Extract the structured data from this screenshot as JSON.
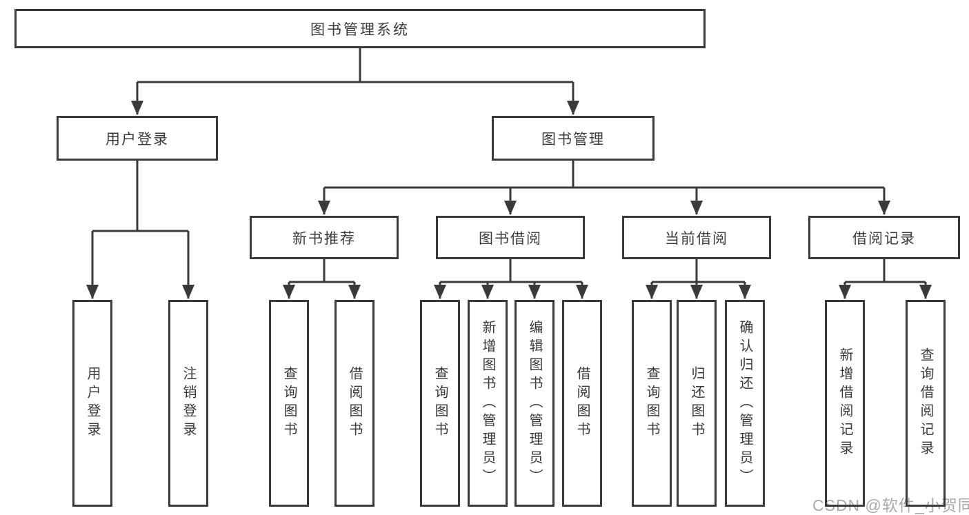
{
  "tree": {
    "label": "图书管理系统",
    "children": [
      {
        "label": "用户登录",
        "children": [
          {
            "label": "用户登录"
          },
          {
            "label": "注销登录"
          }
        ]
      },
      {
        "label": "图书管理",
        "children": [
          {
            "label": "新书推荐",
            "children": [
              {
                "label": "查询图书"
              },
              {
                "label": "借阅图书"
              }
            ]
          },
          {
            "label": "图书借阅",
            "children": [
              {
                "label": "查询图书"
              },
              {
                "label": "新增图书（管理员）"
              },
              {
                "label": "编辑图书（管理员）"
              },
              {
                "label": "借阅图书"
              }
            ]
          },
          {
            "label": "当前借阅",
            "children": [
              {
                "label": "查询图书"
              },
              {
                "label": "归还图书"
              },
              {
                "label": "确认归还（管理员）"
              }
            ]
          },
          {
            "label": "借阅记录",
            "children": [
              {
                "label": "新增借阅记录"
              },
              {
                "label": "查询借阅记录"
              }
            ]
          }
        ]
      }
    ]
  },
  "watermark": {
    "text": "CSDN @软件_小贺同学"
  },
  "colors": {
    "line": "#3a3a3a",
    "text": "#3a3a3a",
    "background": "#ffffff",
    "box_fill": "#ffffff",
    "watermark": "#a9a9a9"
  }
}
